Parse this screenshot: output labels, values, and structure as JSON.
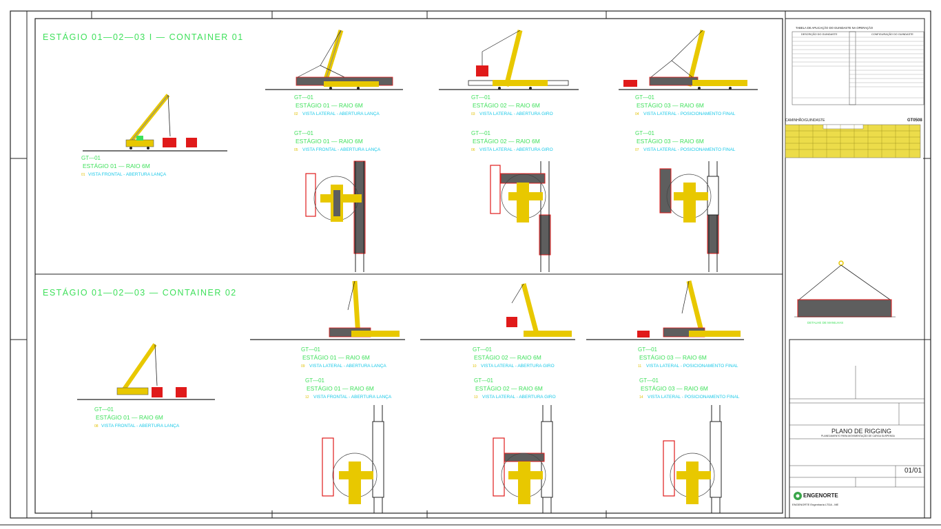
{
  "headers": {
    "row1": "ESTÁGIO 01—02—03 I — CONTAINER 01",
    "row2": "ESTÁGIO 01—02—03 — CONTAINER 02"
  },
  "views": [
    {
      "id": "01",
      "tag": "GT—01",
      "stage": "ESTÁGIO 01 — RAIO 6M",
      "caption": "VISTA FRONTAL - ABERTURA LANÇA"
    },
    {
      "id": "02",
      "tag": "GT—01",
      "stage": "ESTÁGIO 01 — RAIO 6M",
      "caption": "VISTA LATERAL - ABERTURA LANÇA"
    },
    {
      "id": "03",
      "tag": "GT—01",
      "stage": "ESTÁGIO 02 — RAIO 6M",
      "caption": "VISTA LATERAL - ABERTURA GIRO"
    },
    {
      "id": "04",
      "tag": "GT—01",
      "stage": "ESTÁGIO 03 — RAIO 6M",
      "caption": "VISTA LATERAL - POSICIONAMENTO FINAL"
    },
    {
      "id": "05",
      "tag": "GT—01",
      "stage": "ESTÁGIO 01 — RAIO 6M",
      "caption": "VISTA FRONTAL - ABERTURA LANÇA"
    },
    {
      "id": "06",
      "tag": "GT—01",
      "stage": "ESTÁGIO 02 — RAIO 6M",
      "caption": "VISTA LATERAL - ABERTURA GIRO"
    },
    {
      "id": "07",
      "tag": "GT—01",
      "stage": "ESTÁGIO 03 — RAIO 6M",
      "caption": "VISTA LATERAL - POSICIONAMENTO FINAL"
    },
    {
      "id": "08",
      "tag": "GT—01",
      "stage": "ESTÁGIO 01 — RAIO 6M",
      "caption": "VISTA FRONTAL - ABERTURA LANÇA"
    },
    {
      "id": "09",
      "tag": "GT—01",
      "stage": "ESTÁGIO 01 — RAIO 6M",
      "caption": "VISTA LATERAL - ABERTURA LANÇA"
    },
    {
      "id": "10",
      "tag": "GT—01",
      "stage": "ESTÁGIO 02 — RAIO 6M",
      "caption": "VISTA LATERAL - ABERTURA GIRO"
    },
    {
      "id": "11",
      "tag": "GT—01",
      "stage": "ESTÁGIO 03 — RAIO 6M",
      "caption": "VISTA LATERAL - POSICIONAMENTO FINAL"
    },
    {
      "id": "12",
      "tag": "GT—01",
      "stage": "ESTÁGIO 01 — RAIO 6M",
      "caption": "VISTA FRONTAL - ABERTURA LANÇA"
    },
    {
      "id": "13",
      "tag": "GT—01",
      "stage": "ESTÁGIO 02 — RAIO 6M",
      "caption": "VISTA LATERAL - ABERTURA GIRO"
    },
    {
      "id": "14",
      "tag": "GT—01",
      "stage": "ESTÁGIO 03 — RAIO 6M",
      "caption": "VISTA LATERAL - POSICIONAMENTO FINAL"
    }
  ],
  "right_panel": {
    "table_title": "TABELA DE APLICAÇÃO DO GUINDASTE NA OPERAÇÃO",
    "table_left_header": "DESCRIÇÃO DO GUINDASTE",
    "table_right_header": "CONFIGURAÇÃO DO GUINDASTE",
    "truck_label": "CAMINHÃO/GUINDASTE",
    "truck_model": "GT0508",
    "detail_caption": "DETALHE DE MANILHAS"
  },
  "title_block": {
    "title": "PLANO DE RIGGING",
    "subtitle": "PLANEJAMENTO PARA MOVIMENTAÇÃO DE CARGA SUSPENSA",
    "sheet": "01/01",
    "company": "ENGENORTE",
    "company_full": "ENGENORTE Engenharia LTDA - ME"
  },
  "colors": {
    "green": "#3ee05a",
    "cyan": "#18c8e8",
    "yellow": "#e8c800",
    "red": "#e01a1a",
    "grey": "#5e5e5e",
    "line": "#222222"
  }
}
